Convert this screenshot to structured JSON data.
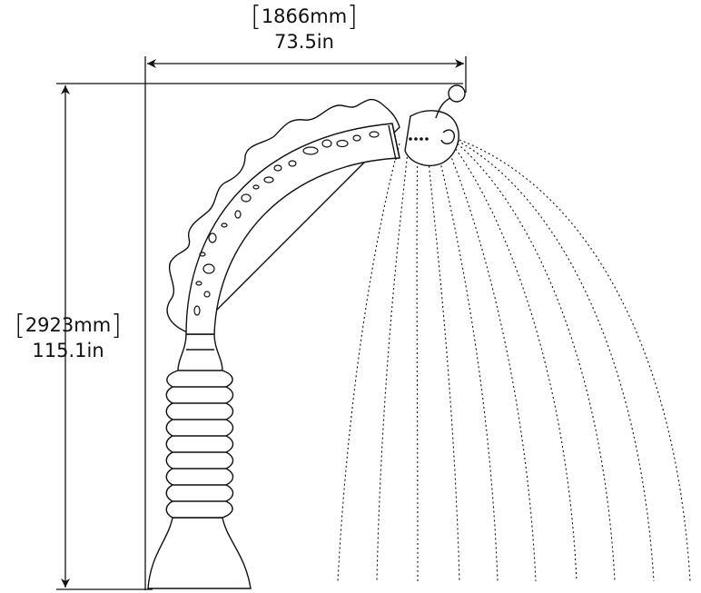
{
  "dimensions": {
    "width": {
      "metric_value": "1866mm",
      "imperial_value": "73.5in",
      "bracket_open": "[",
      "bracket_close": "]"
    },
    "height": {
      "metric_value": "2923mm",
      "imperial_value": "115.1in",
      "bracket_open": "[",
      "bracket_close": "]"
    }
  },
  "colors": {
    "line": "#111111",
    "background": "#ffffff"
  }
}
